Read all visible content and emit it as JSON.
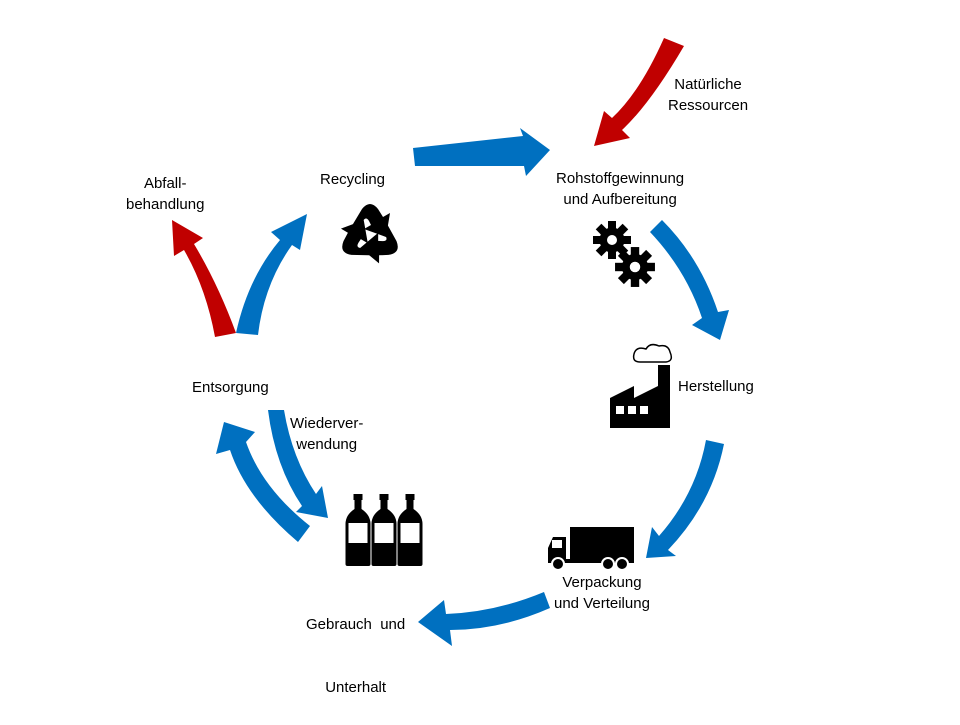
{
  "colors": {
    "cycle_arrow": "#0070C0",
    "input_output_arrow": "#C00000",
    "icon": "#000000",
    "background": "#FFFFFF"
  },
  "nodes": {
    "natural_resources": {
      "line1": "Natürliche",
      "line2": "Ressourcen"
    },
    "raw_material": {
      "line1": "Rohstoffgewinnung",
      "line2": "und Aufbereitung",
      "icon": "gears-icon"
    },
    "manufacturing": {
      "label": "Herstellung",
      "icon": "factory-icon"
    },
    "distribution": {
      "line1": "Verpackung",
      "line2": "und Verteilung",
      "icon": "truck-icon"
    },
    "use": {
      "line1": "Gebrauch  und",
      "line2": "Unterhalt",
      "icon": "bottles-icon"
    },
    "disposal": {
      "label": "Entsorgung"
    },
    "reuse": {
      "line1": "Wiederver-",
      "line2": "wendung"
    },
    "recycling": {
      "label": "Recycling",
      "icon": "recycle-icon"
    },
    "waste_treatment": {
      "line1": "Abfall-",
      "line2": "behandlung"
    }
  }
}
